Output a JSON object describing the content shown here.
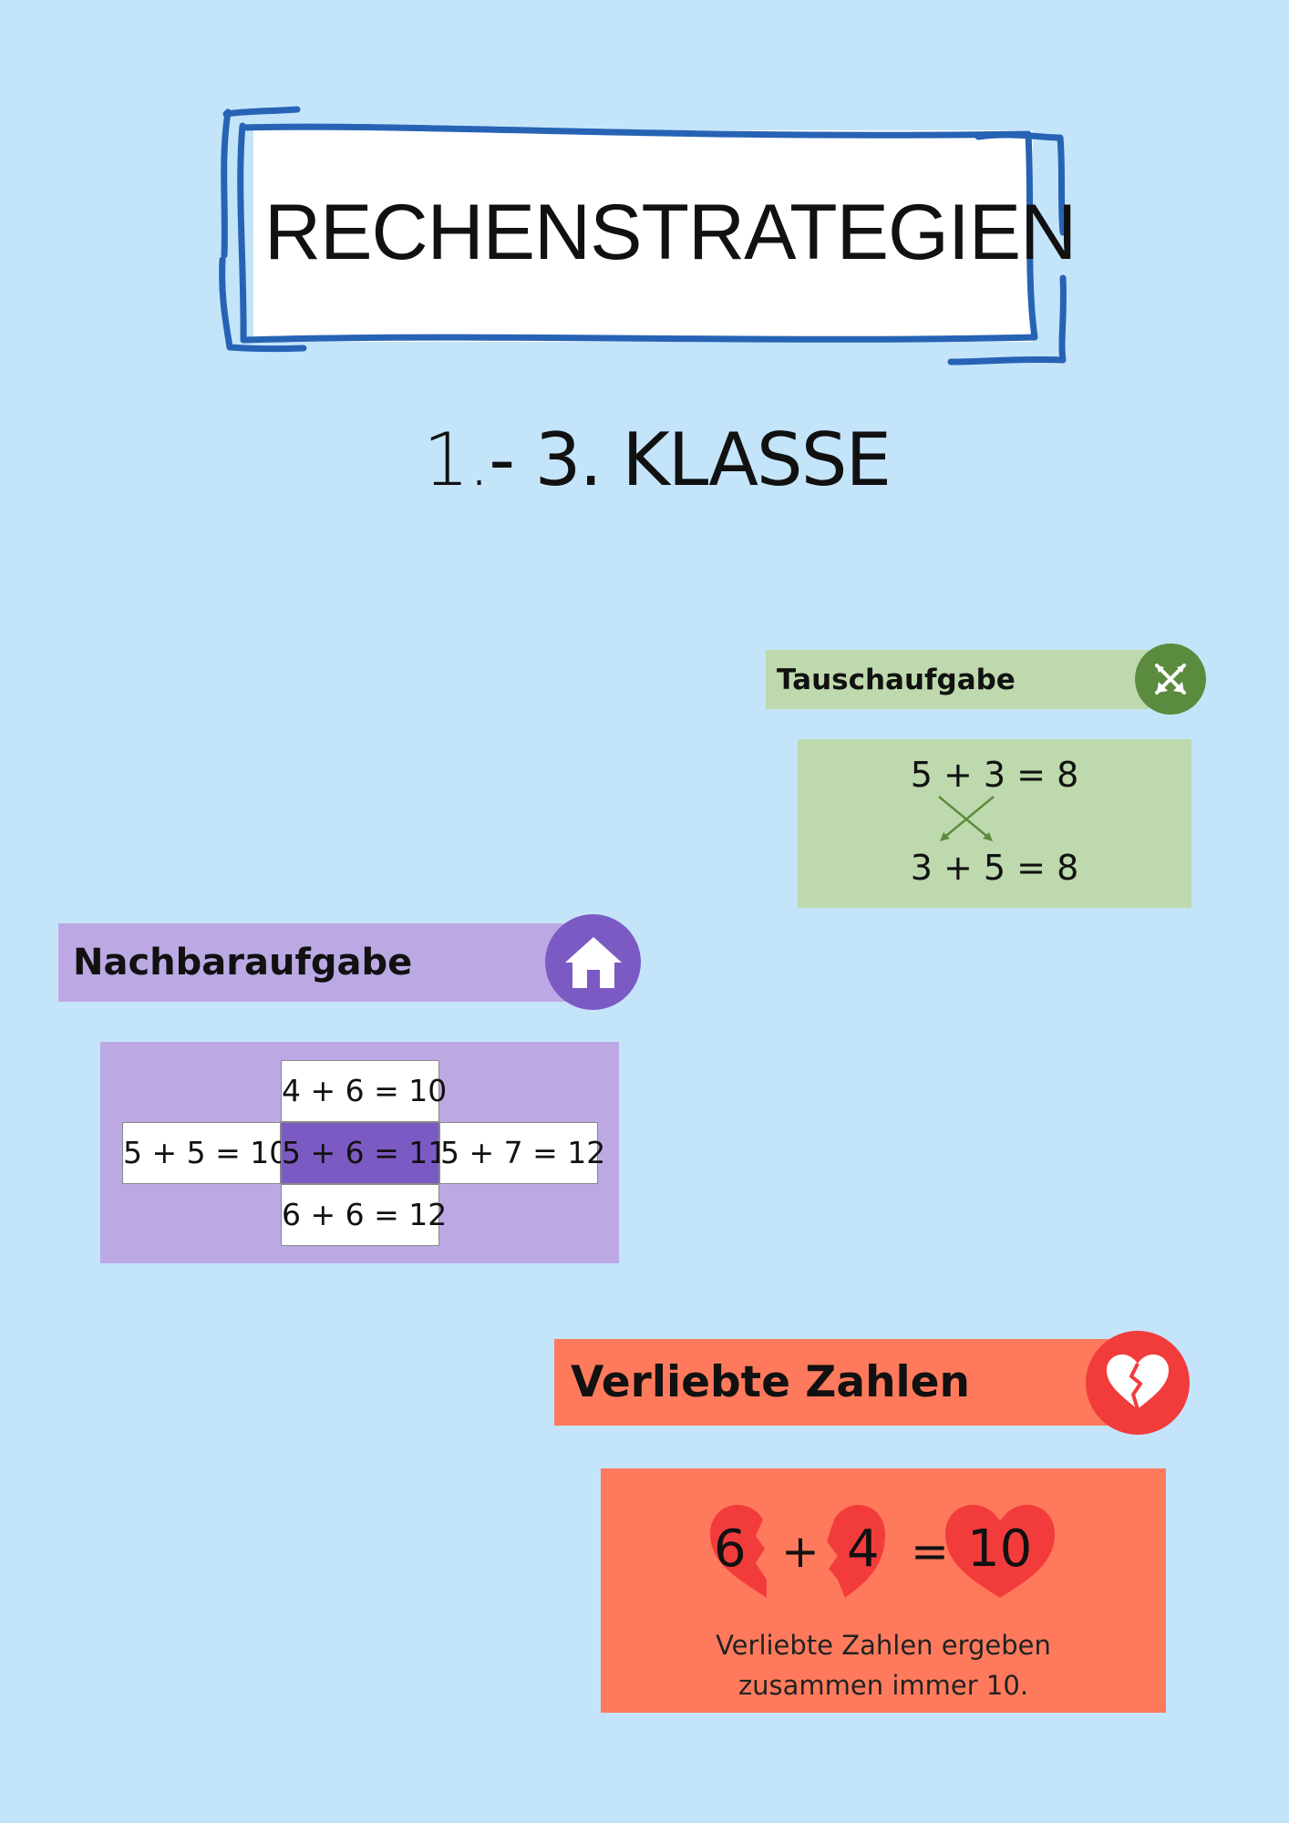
{
  "title": "RECHENSTRATEGIEN",
  "subtitle_light": "1.",
  "subtitle_bold": "- 3. KLASSE",
  "tauschaufgabe": {
    "title": "Tauschaufgabe",
    "icon": "swap-arrows-icon",
    "equation_1": "5 + 3 = 8",
    "equation_2": "3 + 5 = 8",
    "color": "#bed9ad",
    "accent": "#5b8b3e"
  },
  "nachbaraufgabe": {
    "title": "Nachbaraufgabe",
    "icon": "house-icon",
    "top": "4 + 6 = 10",
    "left": "5 + 5 = 10",
    "center": "5 + 6 = 11",
    "right": "5 + 7 = 12",
    "bottom": "6 + 6 = 12",
    "color": "#bca9e4",
    "accent": "#7c5ac4"
  },
  "verliebte_zahlen": {
    "title": "Verliebte Zahlen",
    "icon": "broken-heart-icon",
    "num_a": "6",
    "plus": "+",
    "num_b": "4",
    "equals": "=",
    "result": "10",
    "note_line_1": "Verliebte Zahlen ergeben",
    "note_line_2": "zusammen immer 10.",
    "color": "#ff7a5c",
    "accent": "#f23c3c"
  }
}
